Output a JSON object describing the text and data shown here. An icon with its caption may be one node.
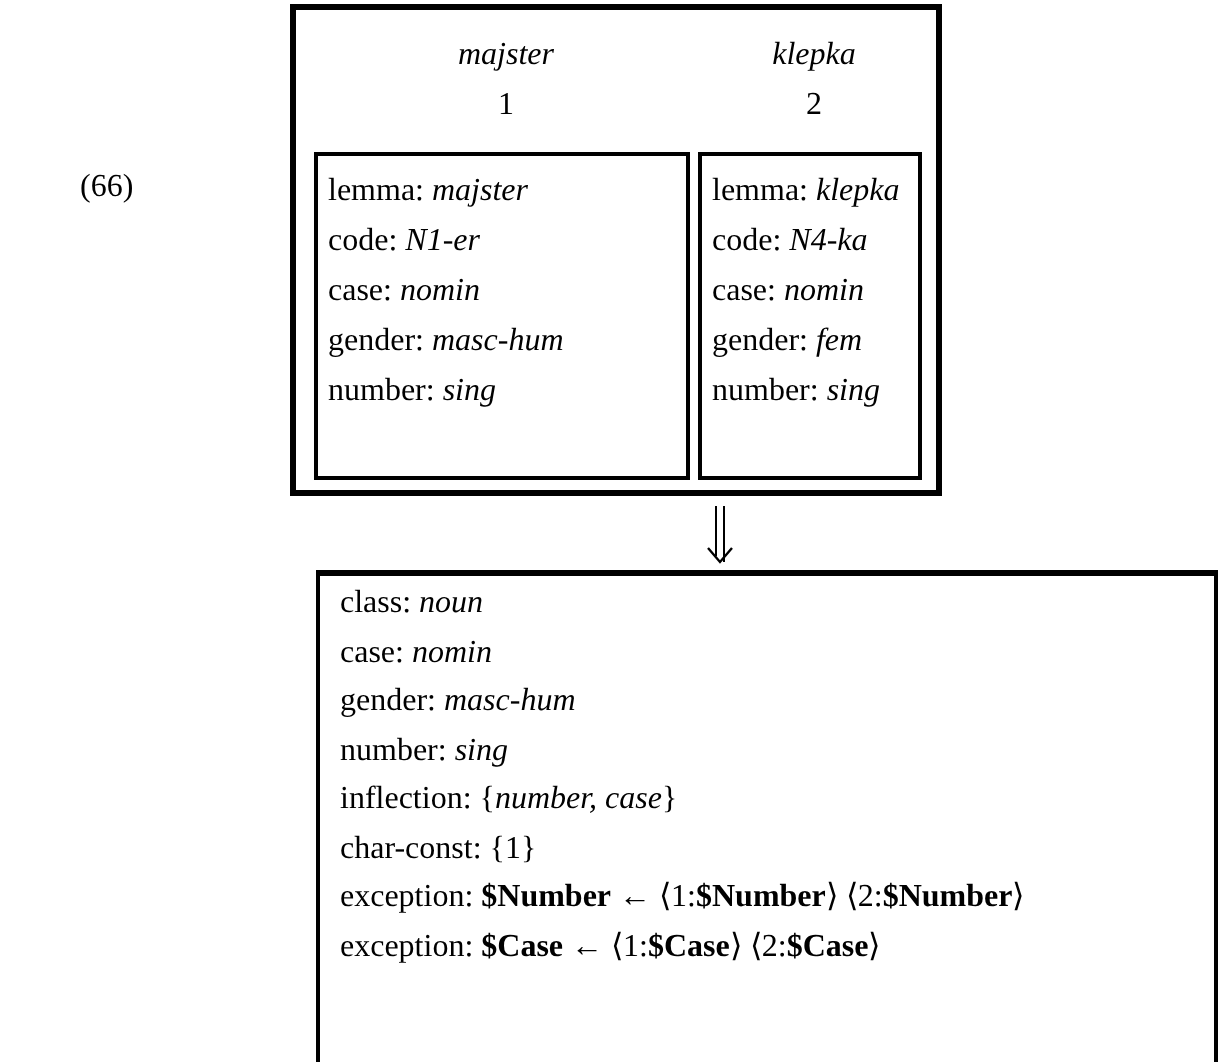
{
  "diagram": {
    "nodes": [
      {
        "text": [],
        "shape": "box"
      },
      {
        "text": [
          "majster",
          "1",
          "lemma: *majster*",
          "code: *N1-er*",
          "case: *nomin*",
          "gender: *masc-hum*",
          "number: *sing*"
        ],
        "in": 0
      },
      {
        "text": [
          "klepka",
          "2",
          "lemma: *klepka*",
          "code: *N4-ka*",
          "case: *nomin*",
          "gender: *fem*",
          "number: *sing*"
        ],
        "in": 0
      },
      {
        "text": [
          "class: *noun*",
          "case: *nomin*",
          "gender: *masc-hum*",
          "number: *sing*",
          "inflection: {*number, case*}",
          "char-const: {1}",
          "exception: **$Number** ← ⟨1:**$Number**⟩ ⟨2:**$Number**⟩",
          "exception: **$Case** ← ⟨1:**$Case**⟩ ⟨2:**$Case**⟩"
        ]
      }
    ],
    "edges": [
      {
        "from": 0,
        "to": 3,
        "arrow": "to"
      }
    ],
    "labels": [
      "(66)"
    ]
  }
}
